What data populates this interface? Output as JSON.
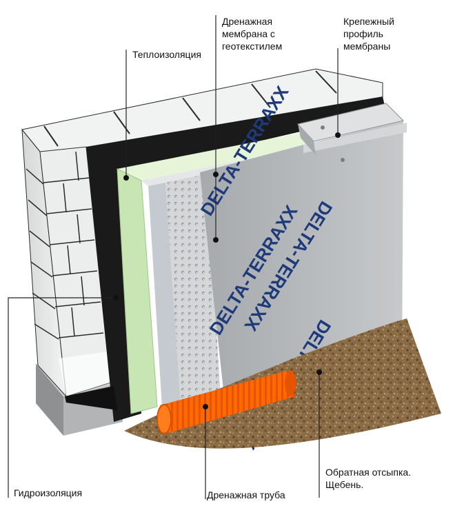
{
  "labels": {
    "teploizolyatsiya": "Теплоизоляция",
    "drenazhnaya_membrana": "Дренажная\nмембрана с\nгеотекстилем",
    "krepezhny_profil": "Крепежный\nпрофиль\nмембраны",
    "gidroizolyatsiya": "Гидроизоляция",
    "drenazhnaya_truba": "Дренажная труба",
    "obratnaya_otsypka": "Обратная отсыпка.\nЩебень."
  },
  "brand": {
    "text": "DELTA-TERRAXX",
    "color": "#1e3a7a"
  },
  "colors": {
    "brick": "#e9ebeb",
    "mortar": "#2a2a2a",
    "waterproofing": "#1a1a1a",
    "insulation": "#c9e8b8",
    "membrane": "#b8bbbe",
    "pipe": "#ff6a00",
    "gravel": "#8a6a44",
    "leader": "#222222"
  }
}
